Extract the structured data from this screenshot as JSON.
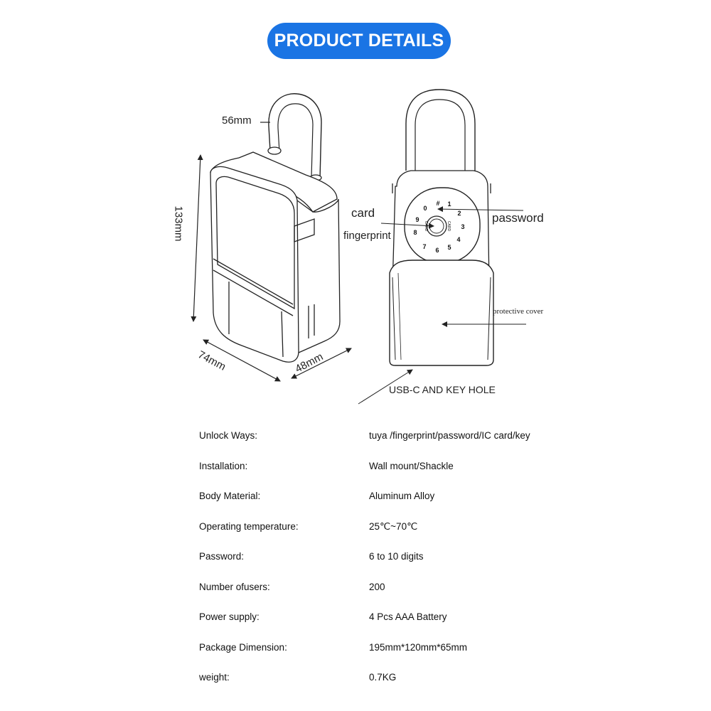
{
  "header": {
    "title": "PRODUCT DETAILS",
    "accent": "#1a74e4"
  },
  "diagram": {
    "dimensions": {
      "shackle": "56mm",
      "height": "133mm",
      "width": "74mm",
      "depth": "48mm"
    },
    "callouts": {
      "card": "card",
      "fingerprint": "fingerprint",
      "password": "password",
      "protective_cover": "protective cover",
      "usb": "USB-C AND KEY HOLE"
    },
    "keypad": {
      "keys": [
        "0",
        "#",
        "1",
        "2",
        "3",
        "4",
        "5",
        "6",
        "7",
        "8",
        "9"
      ],
      "card_marks": [
        "CARD",
        "CARD"
      ]
    }
  },
  "specs": [
    {
      "label": "Unlock Ways:",
      "value": "tuya /fingerprint/password/IC card/key"
    },
    {
      "label": "Installation:",
      "value": "Wall mount/Shackle"
    },
    {
      "label": "Body Material:",
      "value": "Aluminum Alloy"
    },
    {
      "label": "Operating temperature:",
      "value": "25℃~70℃"
    },
    {
      "label": "Password:",
      "value": " 6 to 10 digits"
    },
    {
      "label": "Number ofusers:",
      "value": "200"
    },
    {
      "label": "Power supply:",
      "value": "4 Pcs AAA Battery"
    },
    {
      "label": "Package Dimension:",
      "value": "195mm*120mm*65mm"
    },
    {
      "label": "weight:",
      "value": "0.7KG"
    }
  ]
}
